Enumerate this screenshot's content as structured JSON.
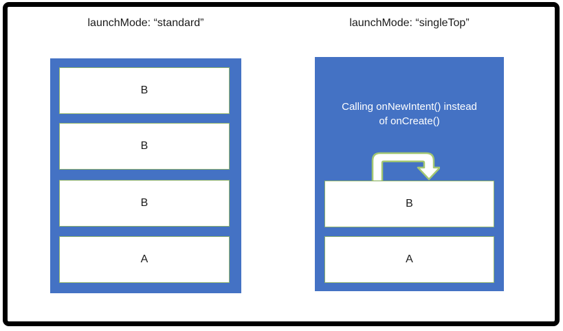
{
  "left_panel": {
    "title": "launchMode: “standard”",
    "boxes": [
      "B",
      "B",
      "B",
      "A"
    ]
  },
  "right_panel": {
    "title": "launchMode: “singleTop”",
    "annotation": {
      "lines": [
        "Calling onNewIntent() instead",
        "of onCreate()"
      ]
    },
    "arrow_icon": "loop-back-arrow",
    "boxes": [
      "B",
      "A"
    ]
  },
  "colors": {
    "container_blue": "#4472C4",
    "box_border_green": "#8fb36a",
    "arrow_green": "#a3c772",
    "frame_black": "#000000",
    "text_black": "#1a1a1a",
    "annotation_white": "#ffffff",
    "background_white": "#ffffff"
  }
}
